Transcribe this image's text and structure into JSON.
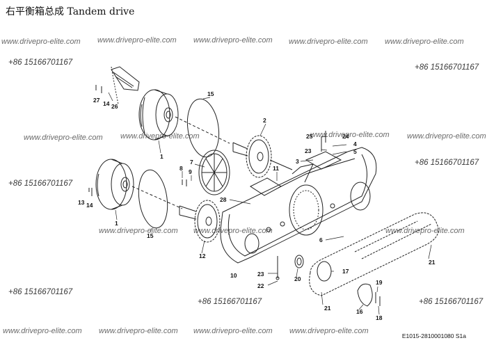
{
  "title": "右平衡箱总成 Tandem drive",
  "watermark": {
    "site": "www.drivepro-elite.com",
    "phone": "+86 15166701167"
  },
  "drawing_code": "E1015-2810001080 S1a",
  "part_numbers": [
    "1",
    "2",
    "3",
    "4",
    "5",
    "6",
    "7",
    "8",
    "9",
    "10",
    "11",
    "12",
    "13",
    "14",
    "15",
    "16",
    "17",
    "18",
    "19",
    "20",
    "21",
    "22",
    "23",
    "24",
    "25",
    "26",
    "27",
    "28"
  ],
  "colors": {
    "line": "#222222",
    "watermark": "#6a6a6a",
    "background": "#ffffff"
  }
}
